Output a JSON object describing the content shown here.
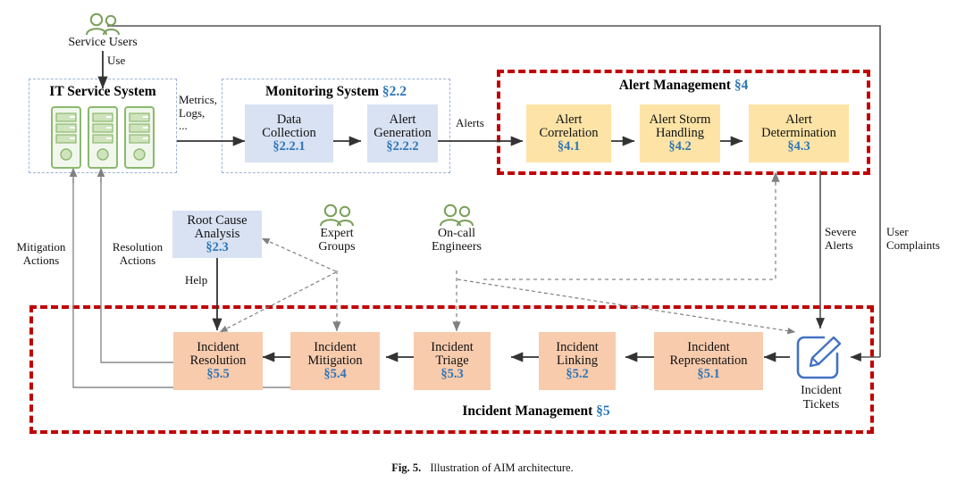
{
  "figure": {
    "caption_label": "Fig. 5.",
    "caption_text": "Illustration of AIM architecture."
  },
  "colors": {
    "blue_box": "#d9e2f3",
    "yellow_box": "#fde4a6",
    "orange_box": "#f8cbad",
    "section_ref": "#2e75b6",
    "red_dashed": "#c00000",
    "gray_dashed": "#9bb4d4",
    "actor_green": "#7aa05a",
    "ticket_blue": "#4472c4",
    "server_green": "#8cb96e"
  },
  "actors": [
    {
      "id": "service-users",
      "icon": "people-icon",
      "label_line1": "Service Users",
      "label_line2": ""
    },
    {
      "id": "expert-groups",
      "icon": "people-icon",
      "label_line1": "Expert",
      "label_line2": "Groups"
    },
    {
      "id": "oncall-engineers",
      "icon": "people-icon",
      "label_line1": "On-call",
      "label_line2": "Engineers"
    }
  ],
  "groups": {
    "it_service_system": {
      "title": "IT Service System",
      "section": ""
    },
    "monitoring_system": {
      "title": "Monitoring System",
      "section": "§2.2"
    },
    "alert_management": {
      "title": "Alert Management",
      "section": "§4"
    },
    "incident_management": {
      "title": "Incident Management",
      "section": "§5"
    }
  },
  "nodes": {
    "data_collection": {
      "line1": "Data",
      "line2": "Collection",
      "section": "§2.2.1"
    },
    "alert_generation": {
      "line1": "Alert",
      "line2": "Generation",
      "section": "§2.2.2"
    },
    "alert_correlation": {
      "line1": "Alert",
      "line2": "Correlation",
      "section": "§4.1"
    },
    "alert_storm_handling": {
      "line1": "Alert Storm",
      "line2": "Handling",
      "section": "§4.2"
    },
    "alert_determination": {
      "line1": "Alert",
      "line2": "Determination",
      "section": "§4.3"
    },
    "root_cause_analysis": {
      "line1": "Root Cause",
      "line2": "Analysis",
      "section": "§2.3"
    },
    "incident_resolution": {
      "line1": "Incident",
      "line2": "Resolution",
      "section": "§5.5"
    },
    "incident_mitigation": {
      "line1": "Incident",
      "line2": "Mitigation",
      "section": "§5.4"
    },
    "incident_triage": {
      "line1": "Incident",
      "line2": "Triage",
      "section": "§5.3"
    },
    "incident_linking": {
      "line1": "Incident",
      "line2": "Linking",
      "section": "§5.2"
    },
    "incident_representation": {
      "line1": "Incident",
      "line2": "Representation",
      "section": "§5.1"
    }
  },
  "incident_tickets": {
    "icon": "ticket-pencil-icon",
    "label_line1": "Incident",
    "label_line2": "Tickets"
  },
  "edge_labels": {
    "use": "Use",
    "metrics_l1": "Metrics,",
    "metrics_l2": "Logs,",
    "metrics_l3": "...",
    "alerts": "Alerts",
    "severe_alerts_l1": "Severe",
    "severe_alerts_l2": "Alerts",
    "user_complaints_l1": "User",
    "user_complaints_l2": "Complaints",
    "mitigation_actions_l1": "Mitigation",
    "mitigation_actions_l2": "Actions",
    "resolution_actions_l1": "Resolution",
    "resolution_actions_l2": "Actions",
    "help": "Help"
  }
}
